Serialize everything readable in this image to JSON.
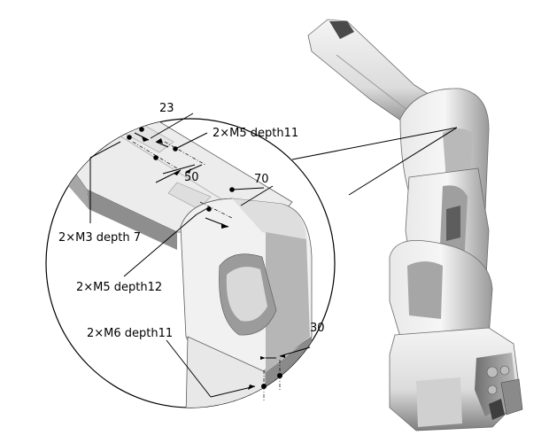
{
  "labels": {
    "dim_23": "23",
    "m5_depth11": "2×M5 depth11",
    "dim_50": "50",
    "dim_70": "70",
    "m3_depth7": "2×M3 depth 7",
    "m5_depth12": "2×M5 depth12",
    "m6_depth11": "2×M6 depth11",
    "dim_30": "30"
  },
  "colors": {
    "robot_light": "#f2f2f2",
    "robot_mid": "#cfcfcf",
    "robot_dark": "#8c8c8c",
    "robot_shadow": "#5a5a5a",
    "line": "#000000"
  }
}
